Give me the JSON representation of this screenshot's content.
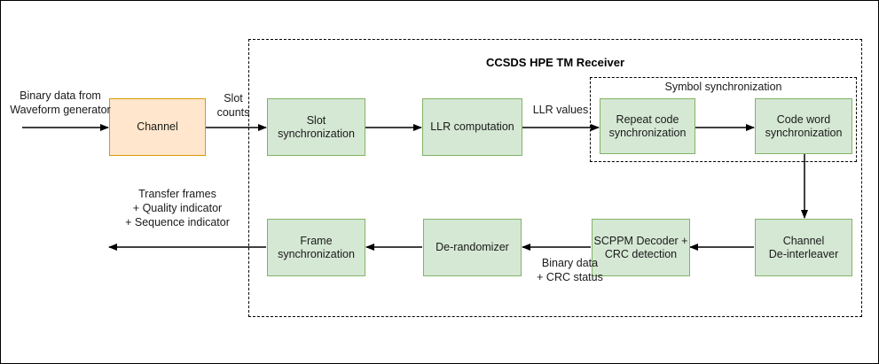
{
  "diagram": {
    "title": "CCSDS HPE TM Receiver",
    "subgroup_title": "Symbol synchronization",
    "colors": {
      "process_fill": "#d5e8d4",
      "process_stroke": "#82b366",
      "channel_fill": "#ffe6cc",
      "channel_stroke": "#d79b00",
      "edge_stroke": "#000000",
      "background": "#ffffff"
    },
    "nodes": {
      "channel": "Channel",
      "slot_sync": "Slot\nsynchronization",
      "llr_computation": "LLR computation",
      "repeat_code_sync": "Repeat code\nsynchronization",
      "code_word_sync": "Code word\nsynchronization",
      "channel_deinterleaver": "Channel\nDe-interleaver",
      "scppm_decoder": "SCPPM Decoder +\nCRC detection",
      "derandomizer": "De-randomizer",
      "frame_sync": "Frame\nsynchronization"
    },
    "edge_labels": {
      "input": "Binary data from\nWaveform generator",
      "slot_counts": "Slot\ncounts",
      "llr_values": "LLR values",
      "binary_data_crc": "Binary data\n+ CRC status",
      "output": "Transfer frames\n+ Quality indicator\n+ Sequence indicator"
    }
  }
}
